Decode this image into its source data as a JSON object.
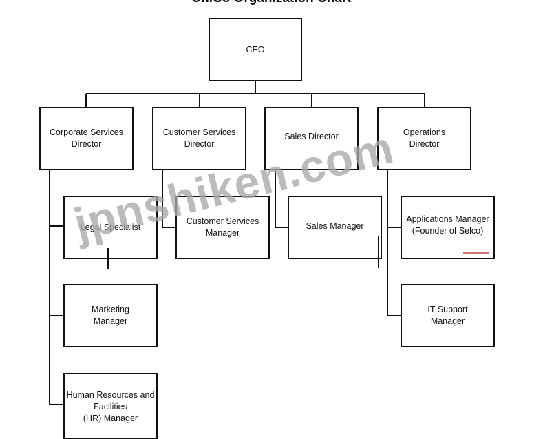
{
  "title": "UniCo Organization Chart",
  "watermark": "jpnshiken.com",
  "nodes": {
    "ceo": "CEO",
    "corporate_services_director": "Corporate Services\nDirector",
    "customer_services_director": "Customer Services\nDirector",
    "sales_director": "Sales Director",
    "operations_director": "Operations\nDirector",
    "legal_specialist": "Legal Specialist",
    "marketing_manager": "Marketing\nManager",
    "hr_manager": "Human Resources and\nFacilities\n(HR) Manager",
    "customer_services_manager": "Customer Services\nManager",
    "sales_manager": "Sales Manager",
    "applications_manager": "Applications Manager\n(Founder of Selco)",
    "it_support_manager": "IT Support\nManager"
  },
  "colors": {
    "line": "#111111",
    "watermark": "#a9a9a9",
    "underline": "#cc7777"
  }
}
